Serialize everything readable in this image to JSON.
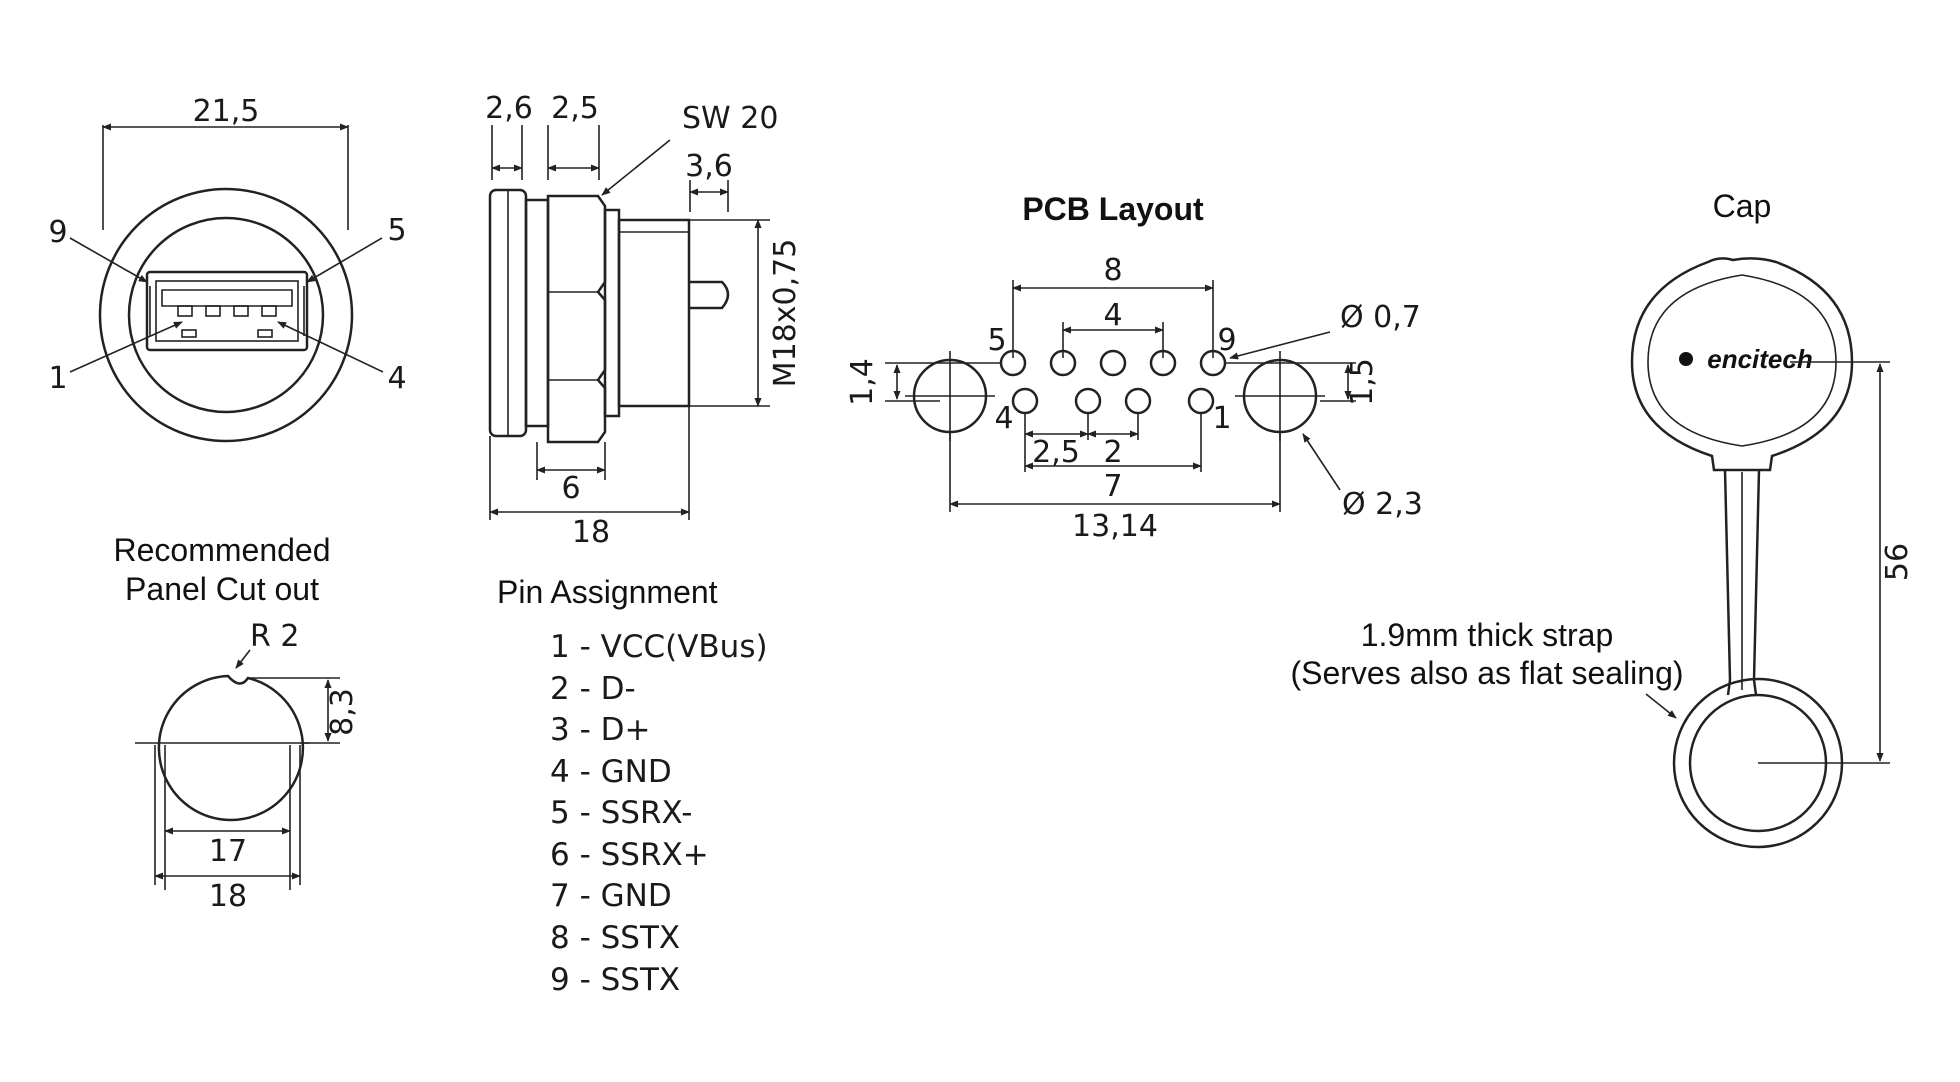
{
  "front_view": {
    "dim_width": "21,5",
    "pin_9": "9",
    "pin_5": "5",
    "pin_1": "1",
    "pin_4": "4"
  },
  "side_view": {
    "dim_a": "2,6",
    "dim_b": "2,5",
    "dim_sw": "SW 20",
    "dim_pin": "3,6",
    "dim_thread": "M18x0,75",
    "dim_nut": "6",
    "dim_length": "18"
  },
  "cutout": {
    "title_line1": "Recommended",
    "title_line2": "Panel Cut out",
    "radius": "R 2",
    "flat": "8,3",
    "width_inner": "17",
    "width_outer": "18"
  },
  "pin_assignment": {
    "title": "Pin Assignment",
    "pins": [
      "1 - VCC(VBus)",
      "2 - D-",
      "3 - D+",
      "4 - GND",
      "5 - SSRX-",
      "6 - SSRX+",
      "7 - GND",
      "8 - SSTX",
      "9 - SSTX"
    ]
  },
  "pcb": {
    "title": "PCB Layout",
    "pitch_top": "8",
    "pitch_top_inner": "4",
    "pin_5": "5",
    "pin_9": "9",
    "pin_4": "4",
    "pin_1": "1",
    "hole_small": "Ø 0,7",
    "hole_large": "Ø 2,3",
    "offset_left": "1,4",
    "offset_right": "1,5",
    "pitch_a": "2,5",
    "pitch_b": "2",
    "pitch_bottom": "7",
    "span": "13,14"
  },
  "cap": {
    "title": "Cap",
    "logo": "encitech",
    "length": "56",
    "strap_line1": "1.9mm thick strap",
    "strap_line2": "(Serves also as flat sealing)"
  }
}
